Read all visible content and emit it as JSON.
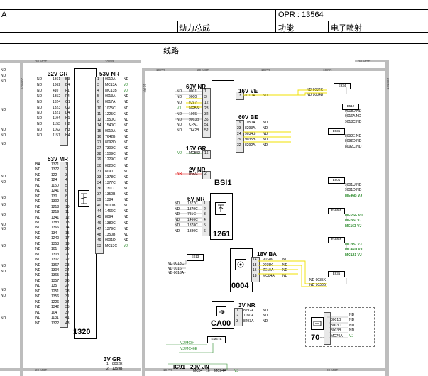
{
  "header": {
    "left_code": "A",
    "opr_label": "OPR : 13564",
    "category": "动力总成",
    "function_label": "功能",
    "function_value": "电子喷射",
    "section": "线路"
  },
  "frame_labels": {
    "top_left_a": "20 MOT",
    "top_left_b": "10 PR",
    "top_mid_a": "10 PR",
    "top_mid_b": "20 MOT",
    "top_mid_c": "10 PR",
    "top_right_a": "20 MOT",
    "top_right_b": "10 PR",
    "bottom_a": "20 MOT",
    "bottom_b": "10 PR",
    "bottom_c": "20 MOT",
    "left_side": "20 MOT",
    "right_side": "20 MOT",
    "side_pr": "10 PR"
  },
  "left_edge_nd": [
    "ND",
    "ND",
    "ND",
    "ND",
    "ND",
    "ND",
    "ND",
    "ND",
    "ND",
    "ND",
    "ND",
    "ND",
    "ND",
    "ND",
    "ND",
    "ND",
    "ND",
    "ND",
    "ND",
    "ND"
  ],
  "c1320": {
    "name": "1320",
    "conn_32v": {
      "title": "32V GR",
      "rows": [
        [
          "ND",
          "1361",
          "B3"
        ],
        [
          "ND",
          "1362",
          "B4"
        ],
        [
          "ND",
          "410",
          "F1"
        ],
        [
          "ND",
          "1352",
          "F4"
        ],
        [
          "ND",
          "1324",
          "G1"
        ],
        [
          "ND",
          "1323",
          "G2"
        ],
        [
          "ND",
          "1321",
          "D4"
        ],
        [
          "ND",
          "1194",
          "H1"
        ],
        [
          "ND",
          "1153",
          "H2"
        ],
        [
          "ND",
          "1162",
          "H3"
        ],
        [
          "ND",
          "1151",
          "H4"
        ]
      ]
    },
    "conn_53v_mr": {
      "title": "53V MR",
      "rows": [
        [
          "BA",
          "1371",
          "1"
        ],
        [
          "ND",
          "1372",
          "2"
        ],
        [
          "ND",
          "122",
          "3"
        ],
        [
          "ND",
          "124",
          "4"
        ],
        [
          "ND",
          "1150",
          "5"
        ],
        [
          "ND",
          "1241",
          "6"
        ],
        [
          "ND",
          "130",
          "8"
        ],
        [
          "ND",
          "1302",
          "9"
        ],
        [
          "ND",
          "1218",
          "10"
        ],
        [
          "ND",
          "1219",
          "11"
        ],
        [
          "ND",
          "1341",
          "12"
        ],
        [
          "ND",
          "1383",
          "13"
        ],
        [
          "ND",
          "1366",
          "14"
        ],
        [
          "ND",
          "134",
          "15"
        ],
        [
          "ND",
          "1240",
          "17"
        ],
        [
          "ND",
          "1353",
          "19"
        ],
        [
          "ND",
          "101",
          "20"
        ],
        [
          "ND",
          "1303",
          "21"
        ],
        [
          "ND",
          "1307",
          "22"
        ],
        [
          "ND",
          "1367",
          "23"
        ],
        [
          "ND",
          "1304",
          "24"
        ],
        [
          "ND",
          "1365",
          "25"
        ],
        [
          "ND",
          "1357",
          "26"
        ],
        [
          "ND",
          "135",
          "27"
        ],
        [
          "ND",
          "1251",
          "28"
        ],
        [
          "ND",
          "1356",
          "31"
        ],
        [
          "ND",
          "1226",
          "34"
        ],
        [
          "ND",
          "1342",
          "35"
        ],
        [
          "ND",
          "104",
          "37"
        ],
        [
          "ND",
          "1131",
          "41"
        ],
        [
          "ND",
          "1322",
          "43"
        ]
      ]
    },
    "conn_53v_nr": {
      "title": "53V NR",
      "rows": [
        [
          "1",
          "0010A",
          "ND"
        ],
        [
          "3",
          "MC13A",
          "VJ"
        ],
        [
          "4",
          "MC13B",
          "VJ"
        ],
        [
          "5",
          "0013A",
          "ND"
        ],
        [
          "6",
          "0017A",
          "ND"
        ],
        [
          "10",
          "1075C",
          "ND"
        ],
        [
          "11",
          "1225C",
          "ND"
        ],
        [
          "12",
          "1550C",
          "ND"
        ],
        [
          "14",
          "1540C",
          "ND"
        ],
        [
          "15",
          "0019A",
          "ND"
        ],
        [
          "16",
          "7642B",
          "ND"
        ],
        [
          "21",
          "8092D",
          "ND"
        ],
        [
          "27",
          "7309C",
          "ND"
        ],
        [
          "28",
          "1509C",
          "ND"
        ],
        [
          "29",
          "1229C",
          "ND"
        ],
        [
          "30",
          "0020C",
          "ND"
        ],
        [
          "31",
          "8090",
          "ND"
        ],
        [
          "33",
          "1378C",
          "ND"
        ],
        [
          "34",
          "1377C",
          "ND"
        ],
        [
          "36",
          "731C",
          "ND"
        ],
        [
          "37",
          "1350B",
          "ND"
        ],
        [
          "39",
          "1384",
          "ND"
        ],
        [
          "40",
          "9000B",
          "ND"
        ],
        [
          "44",
          "1466C",
          "ND"
        ],
        [
          "45",
          "8094",
          "ND"
        ],
        [
          "46",
          "1380C",
          "ND"
        ],
        [
          "47",
          "1379C",
          "ND"
        ],
        [
          "48",
          "1350B",
          "ND"
        ],
        [
          "49",
          "9001D",
          "ND"
        ],
        [
          "53",
          "MC13C",
          "VJ"
        ]
      ]
    }
  },
  "bsi1": {
    "name": "BSI1",
    "conn_60v_nr": {
      "title": "60V NR",
      "rows": [
        [
          "ND",
          "0001",
          "1"
        ],
        [
          "ND",
          "9000",
          "3"
        ],
        [
          "ND",
          "8297",
          "12"
        ],
        [
          "VJ",
          "MEBSI",
          "28"
        ],
        [
          "ND",
          "1065",
          "32"
        ],
        [
          "ND",
          "9063B",
          "35"
        ],
        [
          "ND",
          "CPA1",
          "51"
        ],
        [
          "ND",
          "7642B",
          "52"
        ]
      ]
    },
    "conn_15v_gr": {
      "title": "15V GR",
      "rows": [
        [
          "VJ",
          "MCBSI",
          "16"
        ]
      ]
    },
    "conn_2v_nr": {
      "title": "2V NR",
      "rows": [
        [
          "NR",
          "BG02",
          "2"
        ]
      ]
    },
    "conn_16v_ve": {
      "title": "16V VE",
      "rows": [
        [
          "13",
          "ZE19A",
          "ND"
        ]
      ]
    },
    "conn_60v_be": {
      "title": "60V BE",
      "rows": [
        [
          "19",
          "1050A",
          "ND"
        ],
        [
          "23",
          "8293A",
          "ND"
        ],
        [
          "24",
          "9034B",
          "ND"
        ],
        [
          "29",
          "9035B",
          "ND"
        ],
        [
          "32",
          "8292A",
          "ND"
        ]
      ]
    }
  },
  "c1261": {
    "name": "1261",
    "conn": {
      "title": "6V MR",
      "rows": [
        [
          "ND",
          "1377C",
          "1"
        ],
        [
          "ND",
          "1379C",
          "2"
        ],
        [
          "ND",
          "731C",
          "3"
        ],
        [
          "ND",
          "1466C",
          "4"
        ],
        [
          "ND",
          "1378C",
          "5"
        ],
        [
          "ND",
          "1380C",
          "6"
        ]
      ]
    }
  },
  "c0004": {
    "name": "0004",
    "top_box": "E013",
    "left_labels": [
      "ND 0013C",
      "ND 1016",
      "ND 0013A"
    ],
    "conn": {
      "title": "18V BA",
      "rows": [
        [
          "14",
          "9034K",
          "ND"
        ],
        [
          "15",
          "9035K",
          "ND"
        ],
        [
          "16",
          "ZE19A",
          "ND"
        ],
        [
          "18",
          "MC04A",
          "ND"
        ]
      ]
    }
  },
  "ca00": {
    "name": "CA00",
    "conn": {
      "title": "3V NR",
      "rows": [
        [
          "1",
          "8292A",
          "ND"
        ],
        [
          "2",
          "1050A",
          "ND"
        ],
        [
          "3",
          "8293A",
          "ND"
        ]
      ]
    }
  },
  "bottom": {
    "box_label": "EM4TE",
    "vj_lines": [
      "VJ MC04",
      "VJ MC46E"
    ],
    "conn_3v_gr": {
      "title": "3V GR",
      "rows": [
        [
          "1",
          "8002E"
        ],
        [
          "2",
          "1359B"
        ]
      ]
    },
    "ic91": "IC91",
    "conn_20v_jn": {
      "title": "20V JN",
      "rows": [
        [
          "MC04",
          "16",
          "MC04A",
          "VJ"
        ]
      ]
    }
  },
  "right": {
    "e_boxes": [
      {
        "label": "E934",
        "lines": [
          "ND 9034K",
          "ND 9034B"
        ]
      },
      {
        "label": "E512",
        "lines": [
          "9018D ND",
          "9016A ND",
          "9018C ND"
        ]
      },
      {
        "label": "E935",
        "lines": [
          "8092E ND",
          "8092D ND",
          "8092C ND"
        ]
      },
      {
        "label": "E901",
        "lines": [
          "9001U ND",
          "9001D ND",
          "ME46B VJ"
        ]
      },
      {
        "label": "EM465",
        "lines": [
          "MEPSF VJ",
          "MEBSI VJ",
          "ME163 VJ"
        ]
      },
      {
        "label": "EM465",
        "lines": [
          "MCBSI VJ",
          "MC46D VJ",
          "MC121 VJ"
        ]
      },
      {
        "label": "E935",
        "lines": [
          "ND 9035K",
          "ND 9035B"
        ]
      }
    ],
    "box_70": {
      "name": "70--",
      "rows": [
        [
          "ND"
        ],
        [
          "8001B",
          "ND"
        ],
        [
          "8003U",
          "ND"
        ],
        [
          "8003B",
          "ND"
        ],
        [
          "MC70A",
          "VJ"
        ]
      ]
    }
  },
  "colors": {
    "green": "#2a8a2a",
    "red": "#d00000",
    "blue": "#1a3a9a",
    "yellow": "#f0e000",
    "frame": "#bdbdbd"
  }
}
